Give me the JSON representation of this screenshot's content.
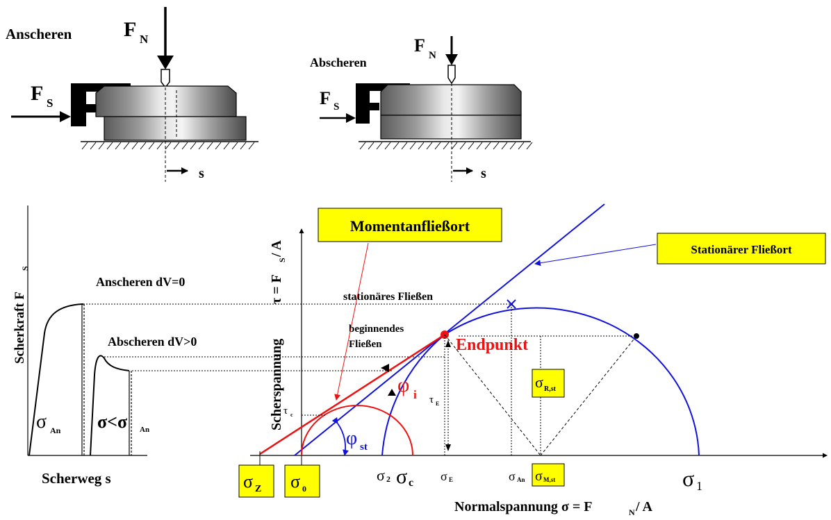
{
  "colors": {
    "red": "#ee1111",
    "blue": "#1111dd",
    "black": "#000000",
    "label_box": "#ffff00"
  },
  "top": {
    "anscheren": {
      "title": "Anscheren",
      "fn_main": "F",
      "fn_sub": "N",
      "fs_main": "F",
      "fs_sub": "S",
      "s_label": "s"
    },
    "abscheren": {
      "title": "Abscheren",
      "fn_main": "F",
      "fn_sub": "N",
      "fs_main": "F",
      "fs_sub": "S",
      "s_label": "s"
    }
  },
  "left_plot": {
    "ylabel_main": "Scherkraft  F",
    "ylabel_sub": "S",
    "xlabel": "Scherweg  s",
    "anscheren_label": "Anscheren dV=0",
    "abscheren_label": "Abscheren dV>0",
    "sigma_an_main": "σ",
    "sigma_an_sub": "An",
    "sigma_lt_main": "σ<σ",
    "sigma_lt_sub": "An"
  },
  "main_plot": {
    "ylabel": "Scherspannung",
    "ylabel_eq_main": "τ = F",
    "ylabel_eq_sub": "S",
    "ylabel_eq_tail": " / A",
    "xlabel_main": "Normalspannung   σ = F",
    "xlabel_sub": "N",
    "xlabel_tail": " / A",
    "momentan_box": "Momentanfließort",
    "stationaer_box": "Stationärer Fließort",
    "stationaeres_fliessen": "stationäres Fließen",
    "beginnendes_line1": "beginnendes",
    "beginnendes_line2": "Fließen",
    "endpunkt": "Endpunkt",
    "phi_i_main": "φ",
    "phi_i_sub": "i",
    "phi_st_main": "φ",
    "phi_st_sub": "st",
    "tau_c_main": "τ",
    "tau_c_sub": "c",
    "tau_e_main": "τ",
    "tau_e_sub": "E",
    "sigma_r_st_main": "σ",
    "sigma_r_st_sub": "R,st",
    "sigma_z_main": "σ",
    "sigma_z_sub": "Z",
    "sigma_0_main": "σ",
    "sigma_0_sub": "0",
    "sigma_2_main": "σ",
    "sigma_2_sub": "2",
    "sigma_c_main": "σ",
    "sigma_c_sub": "c",
    "sigma_e_main": "σ",
    "sigma_e_sub": "E",
    "sigma_an_main": "σ",
    "sigma_an_sub": "An",
    "sigma_m_st_main": "σ",
    "sigma_m_st_sub": "M,st",
    "sigma_1_main": "σ",
    "sigma_1_sub": "1"
  }
}
